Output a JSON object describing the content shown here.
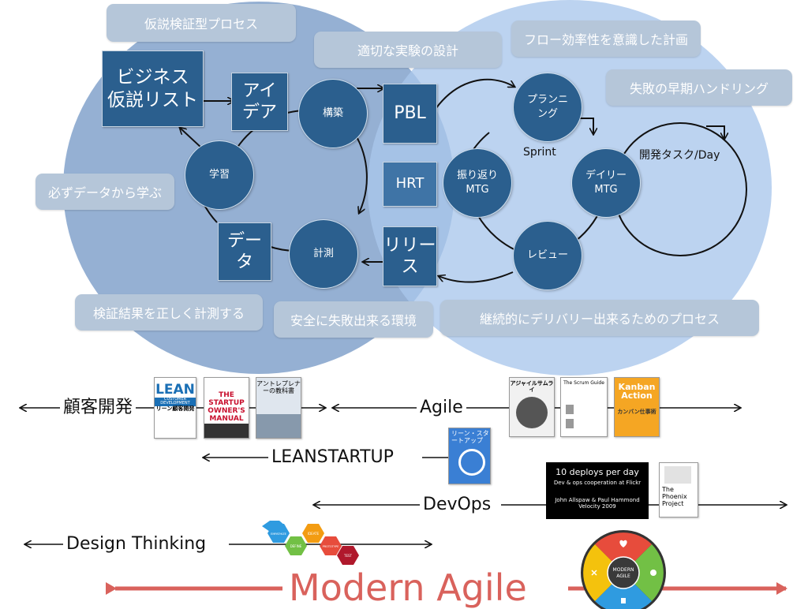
{
  "nodes": {
    "hypothesis": "ビジネス\n仮説リスト",
    "idea": "アイ\nデア",
    "build": "構築",
    "pbl": "PBL",
    "hrt": "HRT",
    "release": "リリー\nス",
    "measure": "計測",
    "data": "デー\nタ",
    "learn": "学習",
    "planning": "プランニ\nング",
    "retro": "振り返り\nMTG",
    "daily": "デイリー\nMTG",
    "review": "レビュー",
    "sprint": "Sprint",
    "dev_task": "開発タスク/Day"
  },
  "callouts": {
    "process": "仮説検証型プロセス",
    "experiment": "適切な実験の設計",
    "flow": "フロー効率性を意識した計画",
    "failure": "失敗の早期ハンドリング",
    "learn_data": "必ずデータから学ぶ",
    "verify": "検証結果を正しく計測する",
    "safe": "安全に失敗出来る環境",
    "delivery": "継続的にデリバリー出来るためのプロセス"
  },
  "timeline": {
    "customer_dev": "顧客開発",
    "agile": "Agile",
    "leanstartup": "LEANSTARTUP",
    "devops": "DevOps",
    "design_thinking": "Design Thinking",
    "modern_agile": "Modern Agile"
  },
  "books": {
    "lean_title": "LEAN",
    "lean_sub": "CUSTOMER DEVELOPMENT",
    "lean_jp": "リーン顧客開発",
    "startup_title": "THE STARTUP OWNER'S MANUAL",
    "antre_title": "アントレプレナーの教科書",
    "agile_samurai": "アジャイルサムライ",
    "scrum_guide": "The Scrum Guide",
    "kanban_title": "Kanban Action",
    "kanban_jp": "カンバン仕事術",
    "lean_startup": "リーン・スタートアップ",
    "phoenix": "The Phoenix Project"
  },
  "devops_talk": {
    "title": "10 deploys per day",
    "subtitle": "Dev & ops cooperation at Flickr",
    "authors": "John Allspaw & Paul Hammond",
    "event": "Velocity 2009"
  },
  "design_hex": {
    "empathize": "EMPATHIZE",
    "define": "DEFINE",
    "ideate": "IDEATE",
    "prototype": "PROTOTYPE",
    "test": "TEST"
  },
  "modern_wheel": {
    "center": "MODERN\nAGILE"
  },
  "colors": {
    "node_blue": "#2b5f8e",
    "left_circle": "#7e9fc9",
    "right_circle": "#a9c6ec",
    "callout_bg": "#b5c6d9",
    "modern_red": "#d9625c",
    "wheel_red": "#e74c3c",
    "wheel_green": "#72c045",
    "wheel_yellow": "#f4c20d",
    "wheel_blue": "#2f9be0"
  }
}
